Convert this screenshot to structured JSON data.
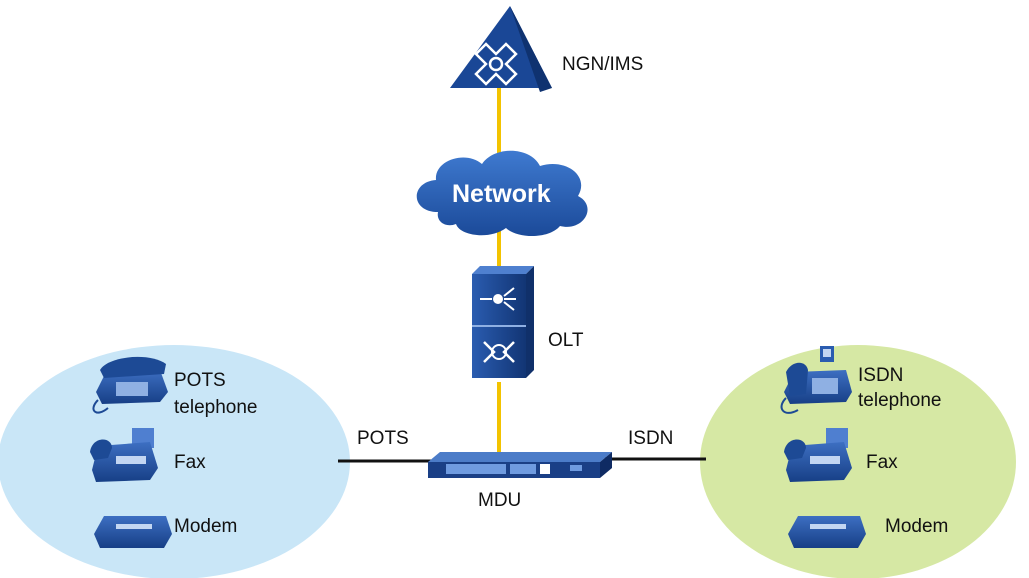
{
  "nodes": {
    "ngn_ims": {
      "label": "NGN/IMS"
    },
    "network": {
      "label": "Network"
    },
    "olt": {
      "label": "OLT"
    },
    "mdu": {
      "label": "MDU"
    }
  },
  "links": {
    "pots": {
      "label": "POTS"
    },
    "isdn": {
      "label": "ISDN"
    }
  },
  "left_group": {
    "items": [
      {
        "label_line1": "POTS",
        "label_line2": "telephone",
        "icon": "telephone-icon"
      },
      {
        "label": "Fax",
        "icon": "fax-icon"
      },
      {
        "label": "Modem",
        "icon": "modem-icon"
      }
    ]
  },
  "right_group": {
    "items": [
      {
        "label_line1": "ISDN",
        "label_line2": "telephone",
        "icon": "isdn-telephone-icon"
      },
      {
        "label": "Fax",
        "icon": "fax-icon"
      },
      {
        "label": "Modem",
        "icon": "modem-icon"
      }
    ]
  },
  "colors": {
    "device_blue": "#1f4fa0",
    "fiber_yellow": "#f3c300",
    "left_zone": "#c9e6f7",
    "right_zone": "#d6e8a4",
    "line_black": "#111111"
  }
}
